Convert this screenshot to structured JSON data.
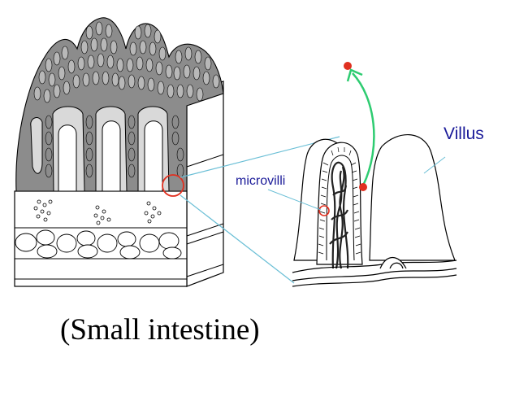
{
  "labels": {
    "villus": "Villus",
    "microvilli": "microvilli",
    "caption": "(Small intestine)"
  },
  "colors": {
    "label_blue": "#1a1a99",
    "leader_line": "#6bbfd6",
    "arrow_green": "#2ecc71",
    "highlight_red": "#e03020",
    "crypt_fill": "#8a8a8a",
    "villus_outline": "#000000"
  }
}
